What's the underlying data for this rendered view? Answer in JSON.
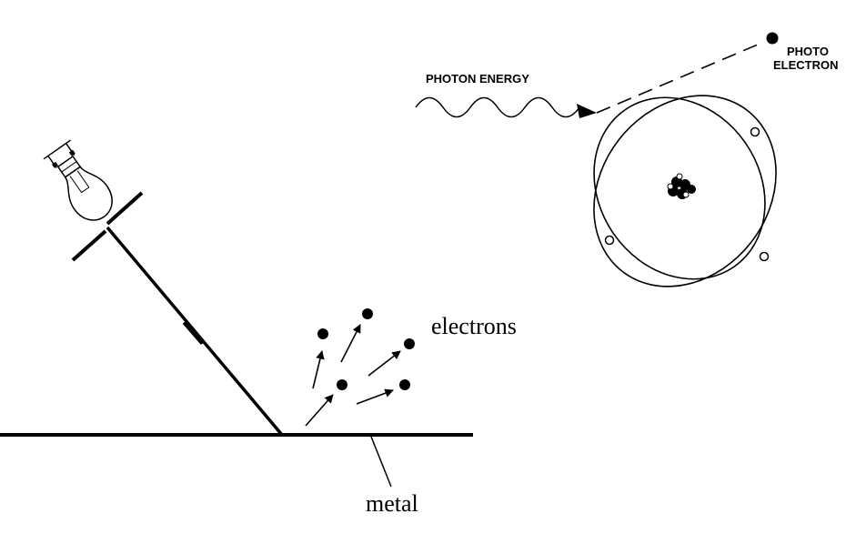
{
  "photoelectric": {
    "electrons_label": "electrons",
    "metal_label": "metal"
  },
  "atom": {
    "photon_label": "PHOTON ENERGY",
    "photo_label_line1": "PHOTO",
    "photo_label_line2": "ELECTRON"
  },
  "colors": {
    "ink": "#000000",
    "paper": "#ffffff"
  }
}
